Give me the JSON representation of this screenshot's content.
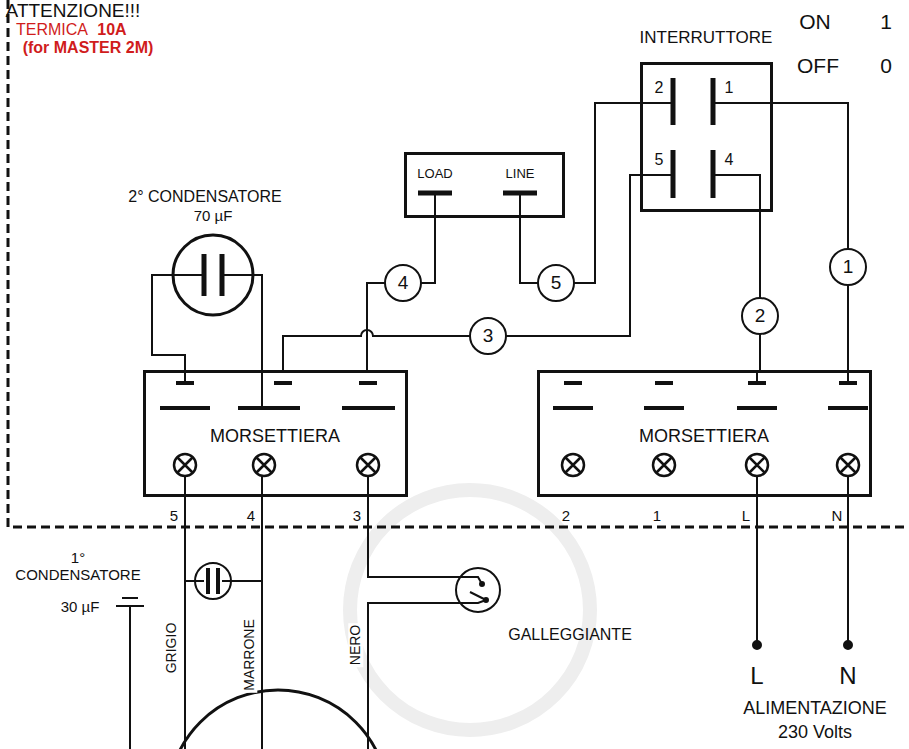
{
  "diagram": {
    "nodes": [
      {
        "text": [
          "INTERRUTTORE"
        ]
      },
      {
        "text": [
          "LOAD",
          "LINE"
        ]
      },
      {
        "text": [
          "MORSETTIERA"
        ]
      },
      {
        "text": [
          "MORSETTIERA"
        ]
      }
    ],
    "edges": [
      {
        "from": 0,
        "to": 3,
        "arrow": "none",
        "label": "1"
      },
      {
        "from": 0,
        "to": 3,
        "arrow": "none",
        "label": "2"
      },
      {
        "from": 0,
        "to": 2,
        "arrow": "none",
        "label": "3"
      },
      {
        "from": 1,
        "to": 2,
        "arrow": "none",
        "label": "4"
      },
      {
        "from": 1,
        "to": 0,
        "arrow": "none",
        "label": "5"
      }
    ],
    "labels": [
      "ATTENZIONE!!!",
      "TERMICA",
      "10A",
      "(for MASTER 2M)",
      "ON",
      "1",
      "OFF",
      "0",
      "2",
      "1",
      "5",
      "4",
      "2° CONDENSATORE",
      "70 µF",
      "5",
      "4",
      "3",
      "2",
      "1",
      "L",
      "N",
      "1° CONDENSATORE",
      "30 µF",
      "GRIGIO",
      "MARRONE",
      "NERO",
      "GALLEGGIANTE",
      "L",
      "N",
      "ALIMENTAZIONE",
      "230 Volts"
    ]
  }
}
